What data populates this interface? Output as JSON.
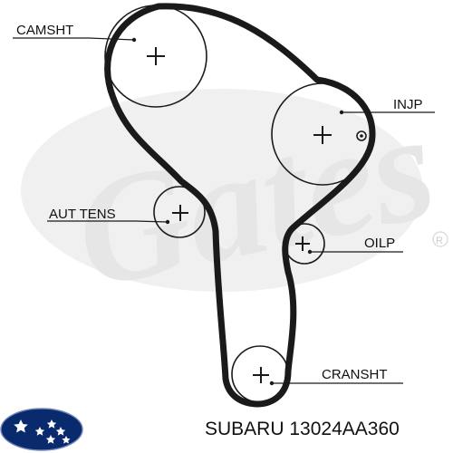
{
  "watermark": {
    "text": "Gates",
    "registered_mark": "R",
    "color": "#e6e6e6"
  },
  "labels": {
    "camshaft": "CAMSHT",
    "injection_pump": "INJP",
    "auto_tensioner": "AUT TENS",
    "oil_pump": "OILP",
    "crankshaft": "CRANSHT"
  },
  "caption": {
    "part_text": "SUBARU 13024AA360"
  },
  "brand_logo": {
    "name": "subaru-logo",
    "colors": [
      "#0a2a6e",
      "#ffffff"
    ]
  },
  "colors": {
    "belt": "#1a1a1a",
    "pulley": "#1a1a1a",
    "text": "#111111"
  }
}
